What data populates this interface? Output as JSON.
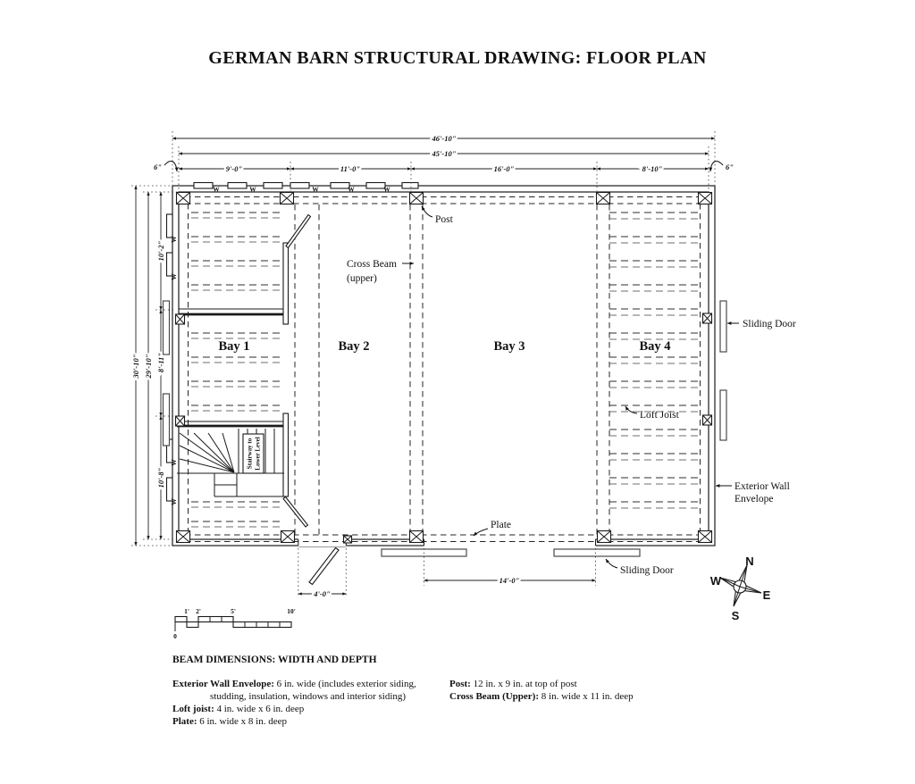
{
  "title": "GERMAN BARN STRUCTURAL DRAWING: FLOOR PLAN",
  "dims": {
    "overall_width": "46'-10\"",
    "frame_width": "45'-10\"",
    "wall_thickness_left": "6\"",
    "wall_thickness_right": "6\"",
    "bay1_width": "9'-0\"",
    "bay2_width": "11'-0\"",
    "bay3_width": "16'-0\"",
    "bay4_width": "8'-10\"",
    "overall_depth": "30'-10\"",
    "frame_depth": "29'-10\"",
    "depth_top": "10'-2\"",
    "depth_mid": "8'-11\"",
    "depth_bottom": "10'-8\"",
    "side_door_width": "4'-0\"",
    "wagon_door_width": "14'-0\""
  },
  "bays": {
    "bay1": "Bay 1",
    "bay2": "Bay 2",
    "bay3": "Bay 3",
    "bay4": "Bay 4"
  },
  "annotations": {
    "post": "Post",
    "cross_beam_line1": "Cross Beam",
    "cross_beam_line2": "(upper)",
    "sliding_door_right": "Sliding Door",
    "loft_joist": "Loft Joist",
    "exterior_wall_line1": "Exterior Wall",
    "exterior_wall_line2": "Envelope",
    "plate": "Plate",
    "sliding_door_bottom": "Sliding Door",
    "stairway_line1": "Stairway to",
    "stairway_line2": "Lower Level",
    "window_mark": "W"
  },
  "compass": {
    "north": "N",
    "east": "E",
    "south": "S",
    "west": "W"
  },
  "scale_bar": {
    "zero": "0",
    "one_ft": "1'",
    "two_ft": "2'",
    "five_ft": "5'",
    "ten_ft": "10'"
  },
  "legend": {
    "heading": "BEAM DIMENSIONS: WIDTH AND DEPTH",
    "left": [
      {
        "term": "Exterior Wall Envelope:",
        "desc": " 6 in. wide (includes exterior siding,"
      },
      {
        "term": "",
        "desc": "studding, insulation, windows and interior siding)"
      },
      {
        "term": "Loft joist:",
        "desc": " 4 in. wide x 6 in. deep"
      },
      {
        "term": "Plate:",
        "desc": " 6 in. wide x 8 in. deep"
      }
    ],
    "right": [
      {
        "term": "Post:",
        "desc": " 12 in. x 9 in. at top of post"
      },
      {
        "term": "Cross Beam (Upper):",
        "desc": " 8 in. wide x 11 in. deep"
      }
    ]
  }
}
